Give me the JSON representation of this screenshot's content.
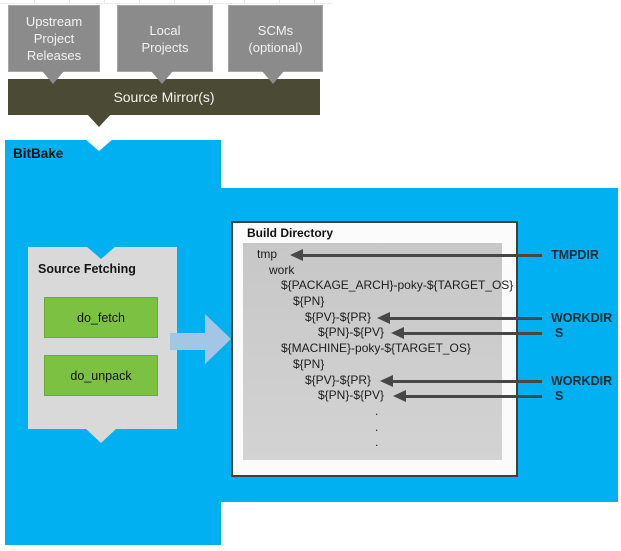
{
  "sources": [
    {
      "label": "Upstream\nProject\nReleases"
    },
    {
      "label": "Local\nProjects"
    },
    {
      "label": "SCMs\n(optional)"
    }
  ],
  "mirror": {
    "label": "Source Mirror(s)"
  },
  "bitbake": {
    "label": "BitBake"
  },
  "fetching": {
    "title": "Source Fetching",
    "tasks": [
      {
        "label": "do_fetch"
      },
      {
        "label": "do_unpack"
      }
    ]
  },
  "build": {
    "title": "Build Directory",
    "tree": [
      "tmp",
      "work",
      "${PACKAGE_ARCH}-poky-${TARGET_OS}",
      "${PN}",
      "${PV}-${PR}",
      "${PN}-${PV}",
      "${MACHINE}-poky-${TARGET_OS}",
      "${PN}",
      "${PV}-${PR}",
      "${PN}-${PV}",
      ".",
      ".",
      "."
    ]
  },
  "pointers": [
    {
      "label": "TMPDIR"
    },
    {
      "label": "WORKDIR"
    },
    {
      "label": "S"
    },
    {
      "label": "WORKDIR"
    },
    {
      "label": "S"
    }
  ],
  "colors": {
    "cyan": "#00b0f0",
    "olive": "#4b4a34",
    "box_gray": "#8b8b8b",
    "panel_gray": "#d9d9d9",
    "task_green": "#7dc143",
    "inner_gray": "#cbcbcb",
    "pointer_dark": "#474747",
    "flow_blue": "#a3c6e4"
  }
}
